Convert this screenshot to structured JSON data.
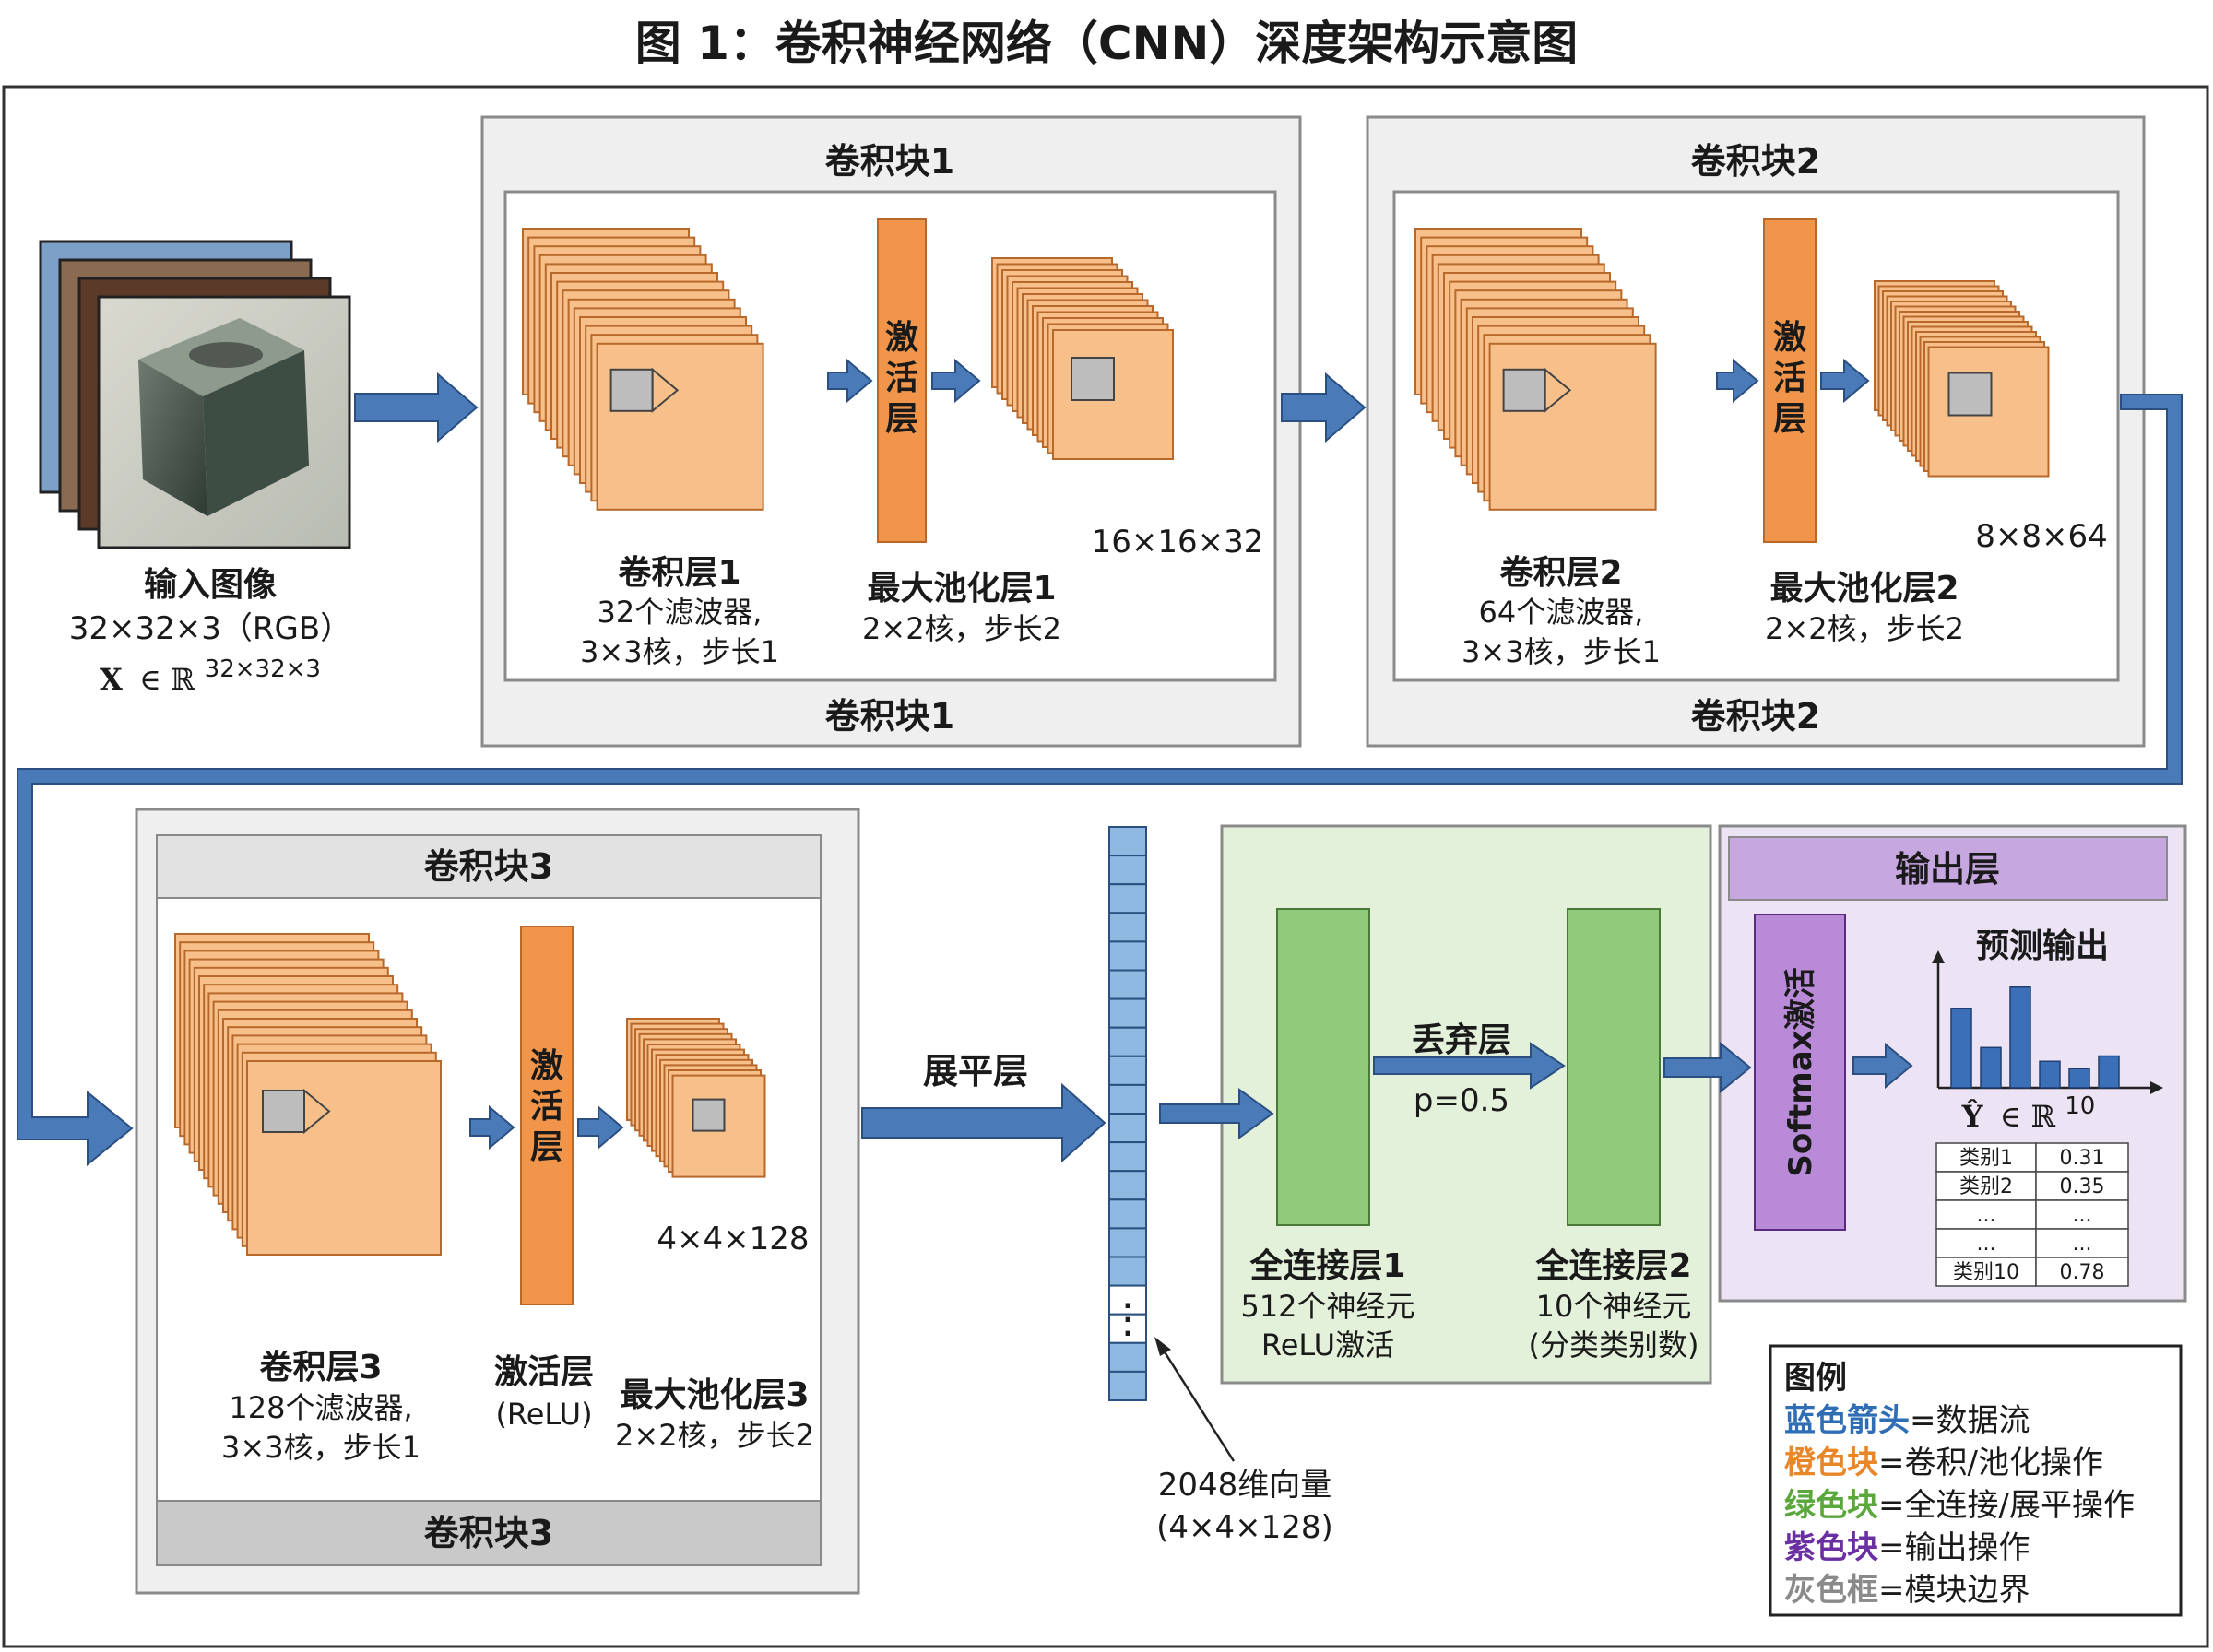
{
  "title": "图 1：卷积神经网络（CNN）深度架构示意图",
  "input": {
    "label": "输入图像",
    "shape": "32×32×3（RGB）",
    "math_var": "X",
    "math_in": "∈ ℝ",
    "math_sup": "32×32×3"
  },
  "block1": {
    "title_top": "卷积块1",
    "title_bottom": "卷积块1",
    "conv_name": "卷积层1",
    "conv_desc1": "32个滤波器,",
    "conv_desc2": "3×3核，步长1",
    "act_label": "激活层",
    "pool_name": "最大池化层1",
    "pool_desc": "2×2核，步长2",
    "out_shape": "16×16×32"
  },
  "block2": {
    "title_top": "卷积块2",
    "title_bottom": "卷积块2",
    "conv_name": "卷积层2",
    "conv_desc1": "64个滤波器,",
    "conv_desc2": "3×3核，步长1",
    "act_label": "激活层",
    "pool_name": "最大池化层2",
    "pool_desc": "2×2核，步长2",
    "out_shape": "8×8×64"
  },
  "block3": {
    "title_top": "卷积块3",
    "title_bottom": "卷积块3",
    "conv_name": "卷积层3",
    "conv_desc1": "128个滤波器,",
    "conv_desc2": "3×3核，步长1",
    "act_label": "激活层",
    "act_name": "激活层",
    "act_sub": "(ReLU)",
    "pool_name": "最大池化层3",
    "pool_desc": "2×2核，步长2",
    "out_shape": "4×4×128"
  },
  "flatten": {
    "label": "展平层",
    "vector_dots": "⋮",
    "vector_label1": "2048维向量",
    "vector_label2": "(4×4×128)"
  },
  "fc": {
    "fc1_name": "全连接层1",
    "fc1_desc1": "512个神经元",
    "fc1_desc2": "ReLU激活",
    "dropout_name": "丢弃层",
    "dropout_p": "p=0.5",
    "fc2_name": "全连接层2",
    "fc2_desc1": "10个神经元",
    "fc2_desc2": "(分类类别数)"
  },
  "output": {
    "title": "输出层",
    "softmax": "Softmax激活",
    "pred_title": "预测输出",
    "math_var": "Ŷ",
    "math_in": "∈ ℝ",
    "math_sup": "10",
    "bar_levels": [
      0.75,
      0.38,
      0.95,
      0.25,
      0.18,
      0.3
    ],
    "table": [
      [
        "类别1",
        "0.31"
      ],
      [
        "类别2",
        "0.35"
      ],
      [
        "...",
        "..."
      ],
      [
        "...",
        "..."
      ],
      [
        "类别10",
        "0.78"
      ]
    ]
  },
  "legend": {
    "title": "图例",
    "items": [
      {
        "key": "蓝色箭头",
        "text": "=数据流",
        "color": "#2f6db5"
      },
      {
        "key": "橙色块",
        "text": "=卷积/池化操作",
        "color": "#e8862a"
      },
      {
        "key": "绿色块",
        "text": "=全连接/展平操作",
        "color": "#5aa83c"
      },
      {
        "key": "紫色块",
        "text": "=输出操作",
        "color": "#6a2fa0"
      },
      {
        "key": "灰色框",
        "text": "=模块边界",
        "color": "#8a8a8a"
      }
    ]
  },
  "colors": {
    "orange_fill": "#f7c08a",
    "orange_stroke": "#b8682a",
    "act_fill": "#f0954a",
    "gray_box": "#efefef",
    "gray_border": "#8a8a8a",
    "green_panel": "#e4f1da",
    "green_fill": "#8fcb7a",
    "purple_panel": "#ece3f4",
    "purple_fill": "#c7a7e0",
    "arrow": "#4a7ab8",
    "arrow_stroke": "#2a4f80",
    "vector_fill": "#8fb9e0"
  }
}
